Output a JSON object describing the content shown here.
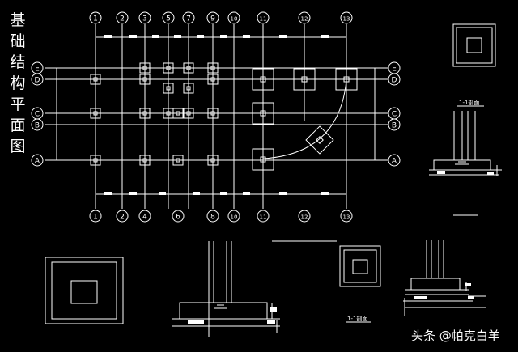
{
  "title_chars": [
    "基",
    "础",
    "结",
    "构",
    "平",
    "面",
    "图"
  ],
  "grid_columns_top": [
    "1",
    "2",
    "3",
    "5",
    "7",
    "9",
    "10",
    "11",
    "12",
    "13"
  ],
  "grid_columns_bottom": [
    "1",
    "2",
    "4",
    "6",
    "8",
    "10",
    "11",
    "12",
    "13"
  ],
  "grid_rows": [
    "E",
    "D",
    "C",
    "B",
    "A"
  ],
  "detail_labels": [
    "1-1剖面",
    "1-1剖面"
  ],
  "watermark": "头条 @帕克白羊",
  "colors": {
    "background": "#000000",
    "lines": "#ffffff"
  }
}
